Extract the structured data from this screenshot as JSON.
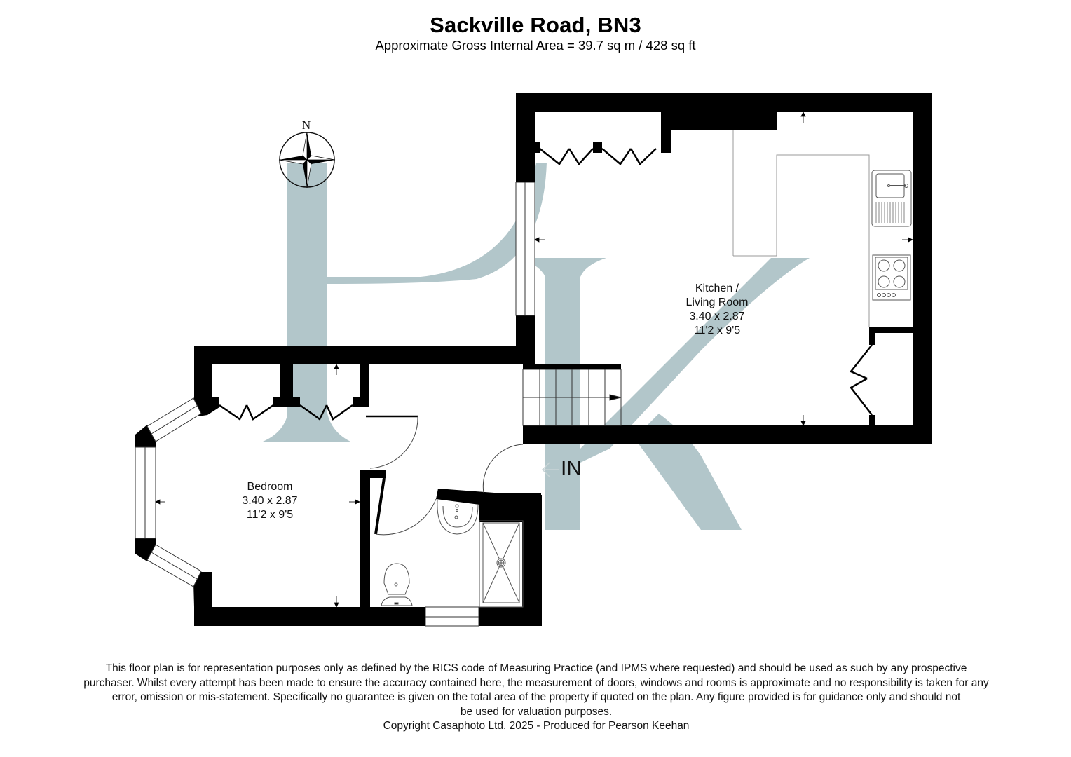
{
  "header": {
    "title": "Sackville Road, BN3",
    "subtitle": "Approximate Gross Internal Area = 39.7 sq m / 428 sq ft"
  },
  "compass": {
    "label": "N",
    "icon": "compass-rose-icon"
  },
  "watermark": {
    "letters": "PK",
    "color": "#b2c6ca"
  },
  "rooms": [
    {
      "name_line1": "Kitchen /",
      "name_line2": "Living Room",
      "metric": "3.40 x 2.87",
      "imperial": "11'2 x 9'5"
    },
    {
      "name_line1": "Bedroom",
      "metric": "3.40 x 2.87",
      "imperial": "11'2 x 9'5"
    }
  ],
  "entrance": {
    "label": "IN",
    "icon": "entry-arrow-icon"
  },
  "fixtures": {
    "kitchen": [
      "sink-drainer-icon",
      "hob-icon"
    ],
    "bathroom": [
      "wash-basin-icon",
      "toilet-icon",
      "shower-tray-icon"
    ],
    "other": [
      "stairs-icon"
    ]
  },
  "colors": {
    "wall": "#000000",
    "watermark": "#b2c6ca",
    "line": "#555555"
  },
  "footer": {
    "line1": "This floor plan is for representation purposes only as defined by the RICS code of Measuring Practice (and IPMS where requested) and should be used as such by any prospective",
    "line2": "purchaser. Whilst every attempt has been made to ensure the accuracy contained here, the measurement of doors, windows and rooms is approximate and no responsibility is taken for any",
    "line3": "error, omission or mis-statement. Specifically no guarantee is given on the total area of the property if quoted on the plan. Any figure provided is for guidance only and should not",
    "line4": "be used for valuation purposes.",
    "copyright": "Copyright Casaphoto Ltd. 2025 - Produced for Pearson Keehan"
  }
}
